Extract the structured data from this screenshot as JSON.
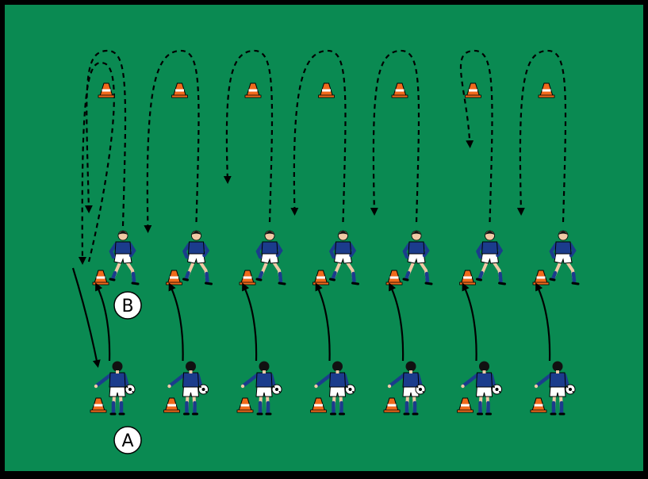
{
  "field": {
    "color": "#0a8a52",
    "border_color": "#000000"
  },
  "colors": {
    "cone": "#f06a1c",
    "cone_stripe": "#ffffff",
    "jersey": "#1b3c8c",
    "shorts": "#ffffff",
    "skin": "#f1c9a5",
    "hair": "#111111",
    "path": "#000000",
    "label_fill": "#ffffff"
  },
  "icons": {
    "cone": "training-cone-icon",
    "player": "player-icon",
    "ball": "soccer-ball-icon"
  },
  "labels": {
    "a": "A",
    "b": "B"
  },
  "drill": {
    "lanes": 7,
    "far_cones_per_lane": 1,
    "b_players_per_lane": 1,
    "a_players_per_lane": 1,
    "a_players_have_ball": true
  }
}
